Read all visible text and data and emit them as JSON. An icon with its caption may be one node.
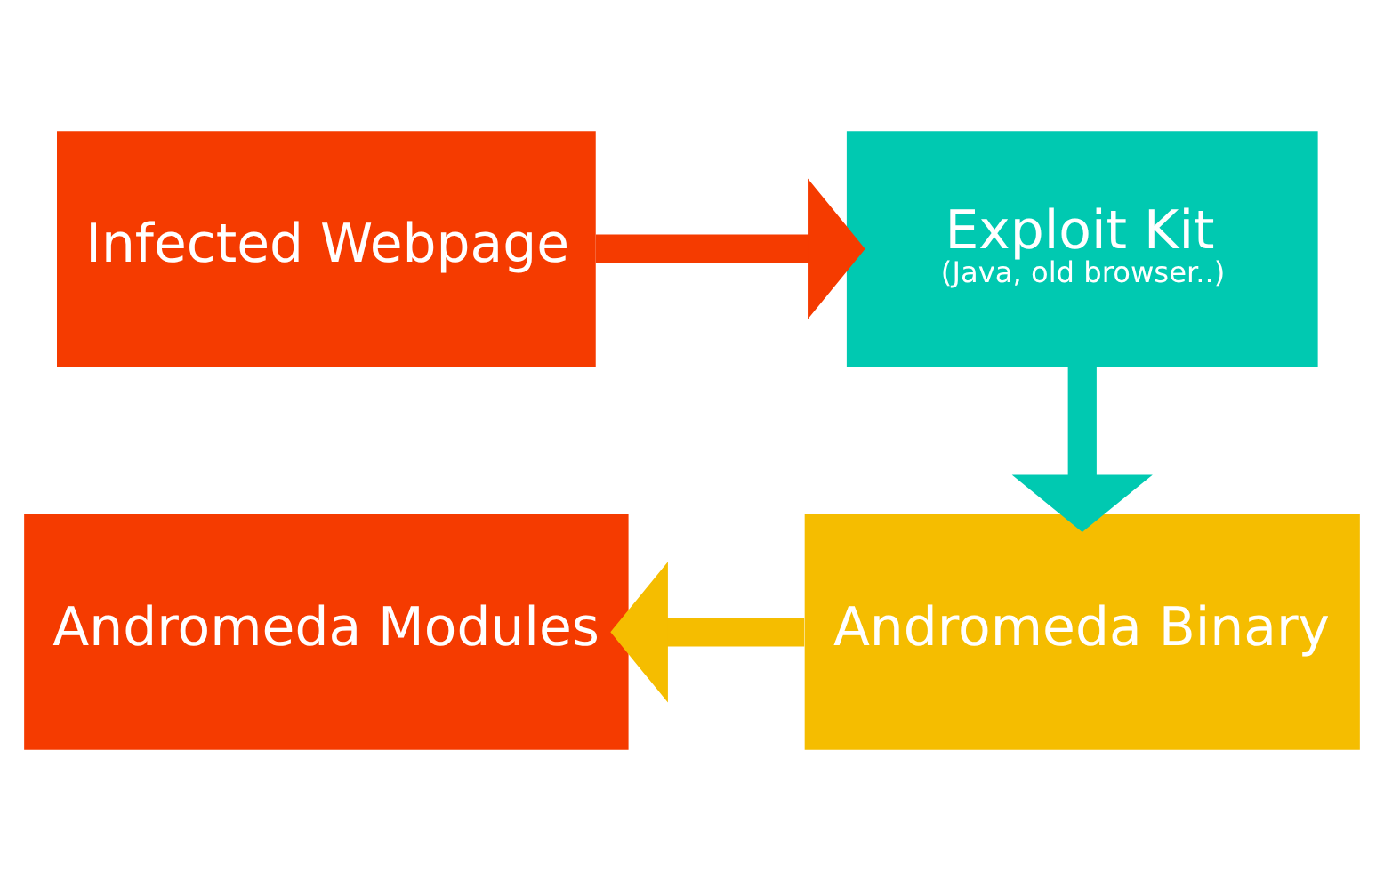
{
  "diagram": {
    "nodes": [
      {
        "text": [
          "Infected Webpage"
        ]
      },
      {
        "text": [
          "Exploit Kit",
          "(Java, old browser..)"
        ]
      },
      {
        "text": [
          "Andromeda Binary"
        ]
      },
      {
        "text": [
          "Andromeda Modules"
        ]
      }
    ],
    "edges": [
      {
        "from": 0,
        "to": 1,
        "arrow": "to",
        "color": "#f53b00"
      },
      {
        "from": 1,
        "to": 2,
        "arrow": "to",
        "color": "#00c9b1"
      },
      {
        "from": 2,
        "to": 3,
        "arrow": "to",
        "color": "#f5bd00"
      }
    ]
  }
}
